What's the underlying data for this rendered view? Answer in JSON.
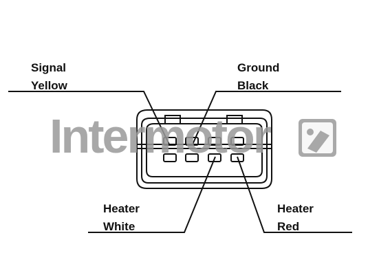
{
  "watermark": {
    "text": "Intermotor",
    "logo_icon": "intermotor-logo-icon",
    "color": "#9a9a9a"
  },
  "pins": {
    "signal": {
      "name": "Signal",
      "color": "Yellow"
    },
    "ground": {
      "name": "Ground",
      "color": "Black"
    },
    "heater_left": {
      "name": "Heater",
      "color": "White"
    },
    "heater_right": {
      "name": "Heater",
      "color": "Red"
    }
  },
  "colors": {
    "line": "#111111",
    "background": "#ffffff"
  }
}
